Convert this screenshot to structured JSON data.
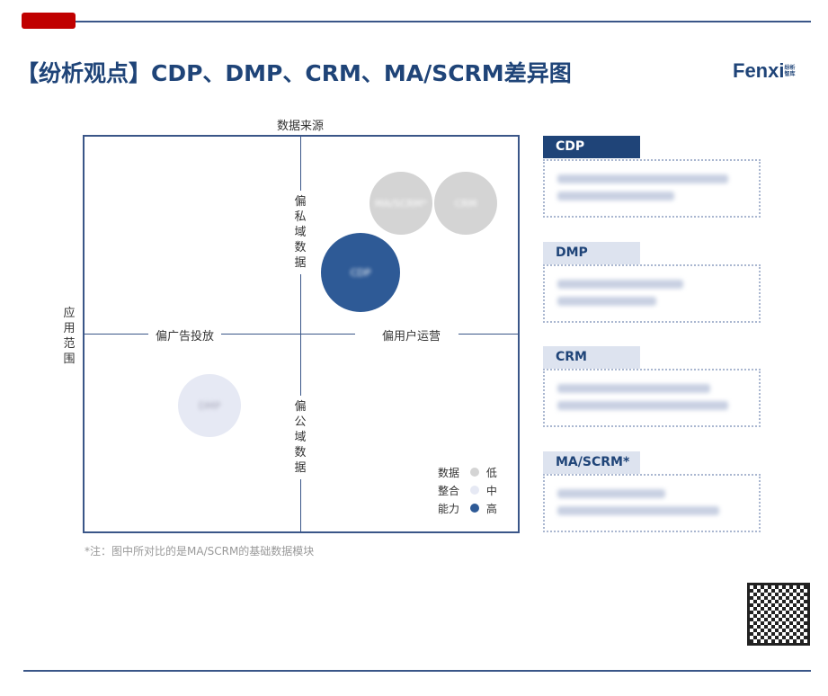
{
  "title": "【纷析观点】CDP、DMP、CRM、MA/SCRM差异图",
  "logo": {
    "text": "Fenxi",
    "sub": "纷析智库"
  },
  "diagram": {
    "top_label": "数据来源",
    "left_label": "应用范围",
    "left_axis": "偏广告投放",
    "right_axis": "偏用户运营",
    "upper_axis": "偏私域数据",
    "lower_axis": "偏公域数据",
    "bubbles": [
      {
        "label": "MA/SCRM*",
        "level": "低"
      },
      {
        "label": "CRM",
        "level": "低"
      },
      {
        "label": "CDP",
        "level": "高"
      },
      {
        "label": "DMP",
        "level": "中"
      }
    ],
    "legend": {
      "title": [
        "数据",
        "整合",
        "能力"
      ],
      "levels": [
        "低",
        "中",
        "高"
      ],
      "colors": [
        "#d4d4d4",
        "#e6e9f4",
        "#2e5a96"
      ]
    }
  },
  "panels": [
    {
      "title": "CDP"
    },
    {
      "title": "DMP"
    },
    {
      "title": "CRM"
    },
    {
      "title": "MA/SCRM*"
    }
  ],
  "note": "*注：图中所对比的是MA/SCRM的基础数据模块"
}
